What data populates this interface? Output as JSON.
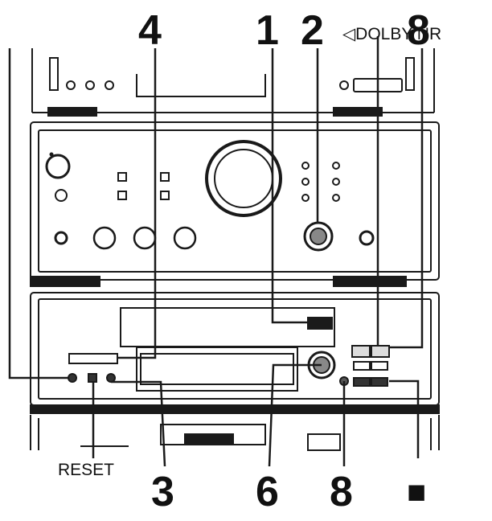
{
  "callouts": {
    "top_4": "4",
    "top_1": "1",
    "top_2": "2",
    "top_8": "8",
    "dolby_label": "◁DOLBY NR",
    "bottom_reset": "RESET",
    "bottom_3": "3",
    "bottom_6": "6",
    "bottom_8": "8",
    "stop_symbol": "■"
  },
  "colors": {
    "line": "#1a1a1a",
    "device_fill": "#ffffff",
    "panel_dark": "#2a2a2a"
  }
}
